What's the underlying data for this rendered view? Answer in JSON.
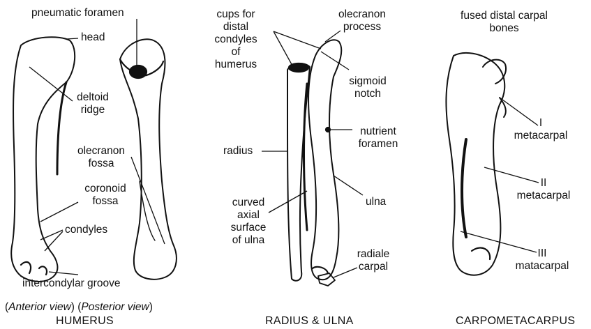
{
  "humerus": {
    "labels": {
      "pneumatic_foramen": "pneumatic foramen",
      "head": "head",
      "deltoid": [
        "deltoid",
        "ridge"
      ],
      "olecranon_fossa": [
        "olecranon",
        "fossa"
      ],
      "coronoid_fossa": [
        "coronoid",
        "fossa"
      ],
      "condyles": "condyles",
      "intercondylar_groove": "intercondylar groove"
    },
    "caption": {
      "anterior_view": "Anterior view",
      "posterior_view": "Posterior view",
      "title": "HUMERUS"
    }
  },
  "radius_ulna": {
    "labels": {
      "cups": [
        "cups for",
        "distal",
        "condyles",
        "of",
        "humerus"
      ],
      "olecranon_process": [
        "olecranon",
        "process"
      ],
      "sigmoid_notch": [
        "sigmoid",
        "notch"
      ],
      "nutrient_foramen": [
        "nutrient",
        "foramen"
      ],
      "radius": "radius",
      "ulna": "ulna",
      "curved_axial": [
        "curved",
        "axial",
        "surface",
        "of ulna"
      ],
      "radiale_carpal": [
        "radiale",
        "carpal"
      ]
    },
    "title": "RADIUS & ULNA"
  },
  "carpometacarpus": {
    "labels": {
      "fused_distal": [
        "fused distal carpal",
        "bones"
      ],
      "metacarpal_1": [
        "I",
        "metacarpal"
      ],
      "metacarpal_2": [
        "II",
        "metacarpal"
      ],
      "metacarpal_3": [
        "III",
        "matacarpal"
      ]
    },
    "title": "CARPOMETACARPUS"
  }
}
